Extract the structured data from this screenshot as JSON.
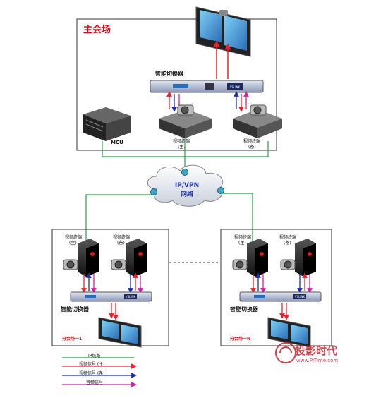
{
  "main_site": {
    "title": "主会场",
    "switcher_label": "智能切换器",
    "device_brand": "VSLINK",
    "mcu_label": "MCU",
    "terminal_main_label": [
      "视频终端",
      "(主)"
    ],
    "terminal_backup_label": [
      "视频终端",
      "(备)"
    ]
  },
  "network": {
    "label_line1": "IP/VPN",
    "label_line2": "网络"
  },
  "branch_1": {
    "title": "分会场一1",
    "terminal_main_label": [
      "视频终端",
      "(主)"
    ],
    "terminal_backup_label": [
      "视频终端",
      "(备)"
    ],
    "switcher_label": "智能切换器",
    "device_brand": "VSLINK"
  },
  "branch_n": {
    "title": "分会场一N",
    "terminal_main_label": [
      "视频终端",
      "(主)"
    ],
    "terminal_backup_label": [
      "视频终端",
      "(备)"
    ],
    "switcher_label": "智能切换器",
    "device_brand": "VSLINK"
  },
  "legend": [
    {
      "label": "IP线路",
      "color": "#22a043"
    },
    {
      "label": "视频信号 (主)",
      "color": "#e8232a"
    },
    {
      "label": "视频信号 (备)",
      "color": "#1d2ea8"
    },
    {
      "label": "音频信号",
      "color": "#d21f9e"
    }
  ],
  "watermark": {
    "brand": "投影时代",
    "url": "www.PjTime.com"
  },
  "colors": {
    "ip": "#22a043",
    "video_main": "#e8232a",
    "video_backup": "#1d2ea8",
    "audio": "#d21f9e",
    "title_red": "#d4101c"
  }
}
